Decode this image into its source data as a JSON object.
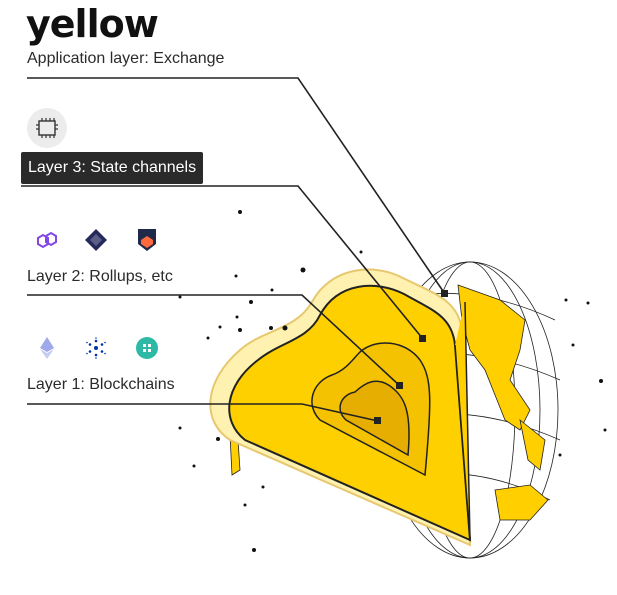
{
  "brand": {
    "logo_text": "yellow",
    "accent": "#ffcf00"
  },
  "layers": {
    "application": {
      "label": "Application layer: Exchange"
    },
    "layer3": {
      "label": "Layer 3: State channels",
      "icons": [
        "chip-icon"
      ]
    },
    "layer2": {
      "label": "Layer 2: Rollups, etc",
      "icons": [
        "polygon-icon",
        "diamond-network-icon",
        "shield-network-icon"
      ]
    },
    "layer1": {
      "label": "Layer 1: Blockchains",
      "icons": [
        "ethereum-icon",
        "cardano-icon",
        "square-network-icon"
      ]
    }
  }
}
